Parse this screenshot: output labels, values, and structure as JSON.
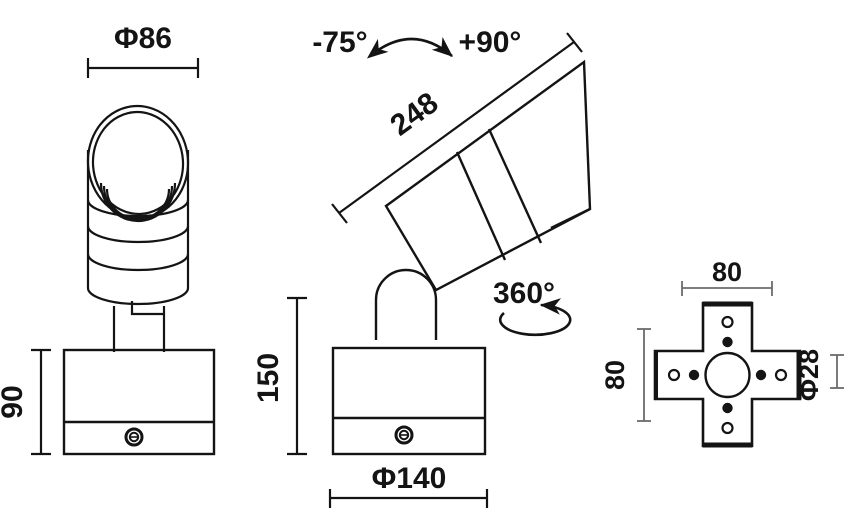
{
  "drawing": {
    "title": "LED spotlight outline dimension drawing",
    "units_note": "",
    "line_color": "#141414",
    "dim_line_color": "#141414",
    "thin_dim_color": "#6b6b6b"
  },
  "views": {
    "front": {
      "name": "front-view",
      "dimensions": {
        "top_diameter": "Φ86",
        "base_height": "90"
      }
    },
    "side": {
      "name": "side-view",
      "dimensions": {
        "length": "248",
        "total_height": "150",
        "base_diameter": "Φ140"
      },
      "annotations": {
        "tilt_min": "-75°",
        "tilt_max": "+90°",
        "rotation": "360°"
      }
    },
    "plan": {
      "name": "mounting-plate-plan-view",
      "dimensions": {
        "width": "80",
        "height": "80",
        "center_hole": "Φ28"
      }
    }
  }
}
